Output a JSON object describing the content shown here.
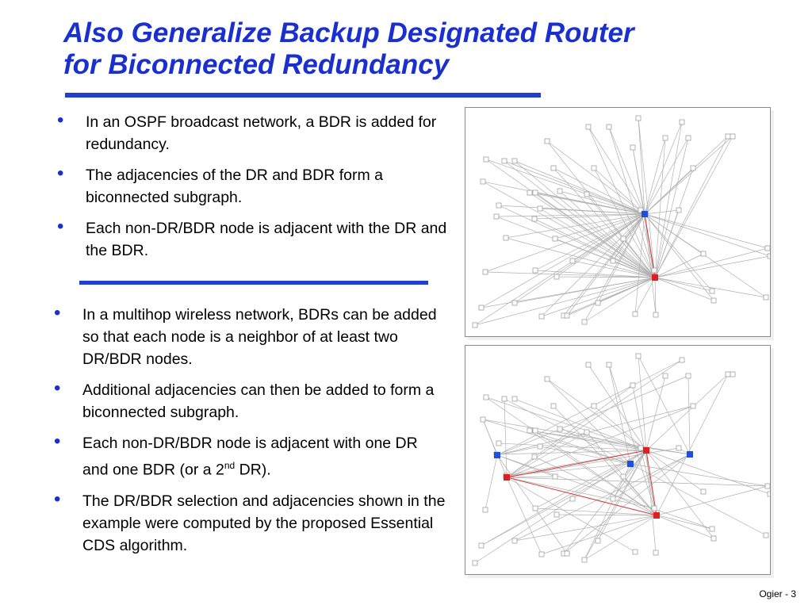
{
  "slide": {
    "title_line1": "Also Generalize Backup Designated Router",
    "title_line2": "for Biconnected Redundancy",
    "footer": "Ogier - 3"
  },
  "colors": {
    "title": "#1a2fd0",
    "rule": "#1f3fcf",
    "dr_node": "#e02020",
    "bdr_node": "#1f4fe0",
    "edge": "#b0b0b0",
    "dr_edge": "#e03030"
  },
  "bullets_top": [
    {
      "text": "In an OSPF broadcast network, a BDR is added for redundancy."
    },
    {
      "text": "The adjacencies of the DR and BDR form a biconnected subgraph."
    },
    {
      "text": "Each non-DR/BDR node is adjacent with the DR and the BDR."
    }
  ],
  "bullets_bottom": [
    {
      "text": "In a multihop wireless network, BDRs can be added so that each node is a neighbor of at least two DR/BDR nodes."
    },
    {
      "text": "Additional adjacencies can then be added to form a biconnected subgraph."
    },
    {
      "pre": "Each non-DR/BDR node is adjacent with one DR and one BDR (or a 2",
      "sup": "nd",
      "post": " DR)."
    },
    {
      "text": "The DR/BDR selection and adjacencies shown in the example were computed by the proposed Essential CDS algorithm."
    }
  ]
}
